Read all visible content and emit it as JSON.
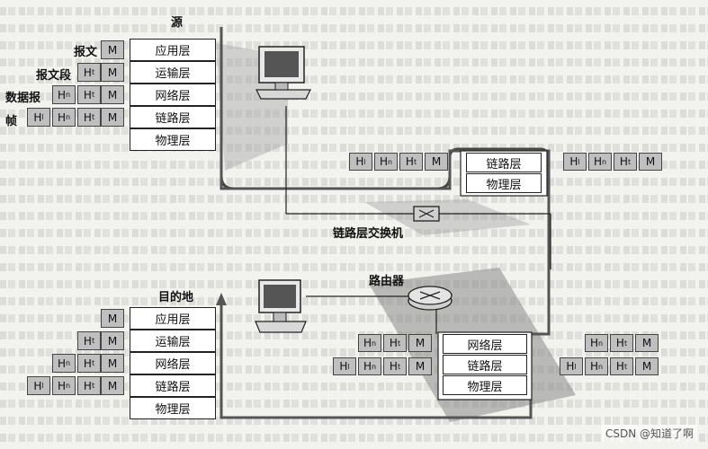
{
  "labels": {
    "source": "源",
    "destination": "目的地",
    "switch": "链路层交换机",
    "router": "路由器",
    "message": "报文",
    "segment": "报文段",
    "datagram": "数据报",
    "frame": "帧"
  },
  "layers": {
    "app": "应用层",
    "transport": "运输层",
    "network": "网络层",
    "link": "链路层",
    "physical": "物理层"
  },
  "headers": {
    "M": "M",
    "Ht": "H",
    "Hn": "H",
    "Hl": "H",
    "sub_t": "t",
    "sub_n": "n",
    "sub_l": "l"
  },
  "watermark": "CSDN @知道了啊"
}
